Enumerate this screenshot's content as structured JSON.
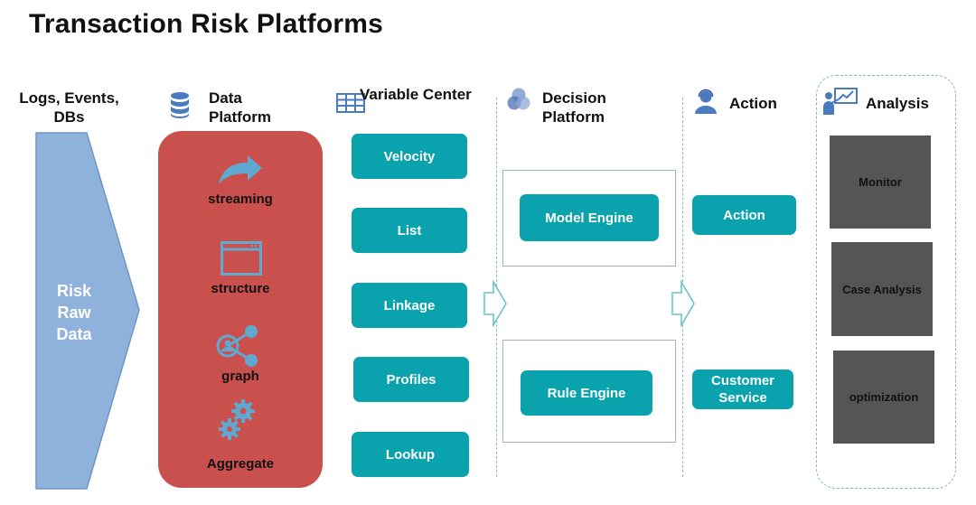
{
  "title": "Transaction Risk Platforms",
  "columns": {
    "logs": {
      "header": "Logs, Events,\nDBs",
      "arrow_text": "Risk\nRaw\nData"
    },
    "data_platform": {
      "header": "Data\nPlatform",
      "icon": "database-icon",
      "items": [
        {
          "label": "streaming",
          "icon": "share-arrow-icon"
        },
        {
          "label": "structure",
          "icon": "window-icon"
        },
        {
          "label": "graph",
          "icon": "graph-nodes-icon"
        },
        {
          "label": "Aggregate",
          "icon": "gears-icon"
        }
      ]
    },
    "variable_center": {
      "header": "Variable Center",
      "icon": "table-grid-icon",
      "items": [
        "Velocity",
        "List",
        "Linkage",
        "Profiles",
        "Lookup"
      ]
    },
    "decision_platform": {
      "header": "Decision\nPlatform",
      "icon": "venn-circles-icon",
      "items": [
        "Model Engine",
        "Rule Engine"
      ]
    },
    "action": {
      "header": "Action",
      "icon": "user-headset-icon",
      "items": [
        "Action",
        "Customer\nService"
      ]
    },
    "analysis": {
      "header": "Analysis",
      "icon": "presenter-chart-icon",
      "items": [
        "Monitor",
        "Case Analysis",
        "optimization"
      ]
    }
  },
  "colors": {
    "teal": "#0aa3ad",
    "red_panel": "#c9504d",
    "raw_arrow": "#8fb2dc",
    "analysis_box": "#555555",
    "icon_blue": "#4a7bbf"
  }
}
